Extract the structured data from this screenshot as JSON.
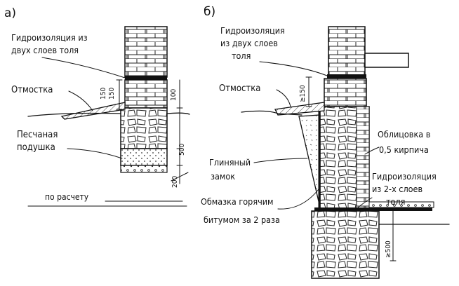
{
  "panel_a": {
    "title": "а)",
    "labels": {
      "waterproofing": [
        "Гидроизоляция из",
        "двух слоев толя"
      ],
      "blind_area": "Отмостка",
      "sand_cushion": [
        "Песчаная",
        "подушка"
      ],
      "by_calculation": "по расчету"
    },
    "dims": {
      "d150": "150",
      "d150b": "150",
      "d100": "100",
      "d500": "500",
      "d200": "200"
    }
  },
  "panel_b": {
    "title": "б)",
    "labels": {
      "waterproofing": [
        "Гидроизоляция",
        "из двух слоев",
        "толя"
      ],
      "blind_area": "Отмостка",
      "clay_lock": [
        "Глиняный",
        "замок"
      ],
      "cladding": [
        "Облицовка в",
        "0,5 кирпича"
      ],
      "waterproofing2": [
        "Гидроизоляция",
        "из 2-х слоев",
        "толя"
      ],
      "coating": [
        "Обмазка горячим",
        "битумом за 2 раза"
      ]
    },
    "dims": {
      "d150": "≥150",
      "d500": "≥500"
    }
  }
}
